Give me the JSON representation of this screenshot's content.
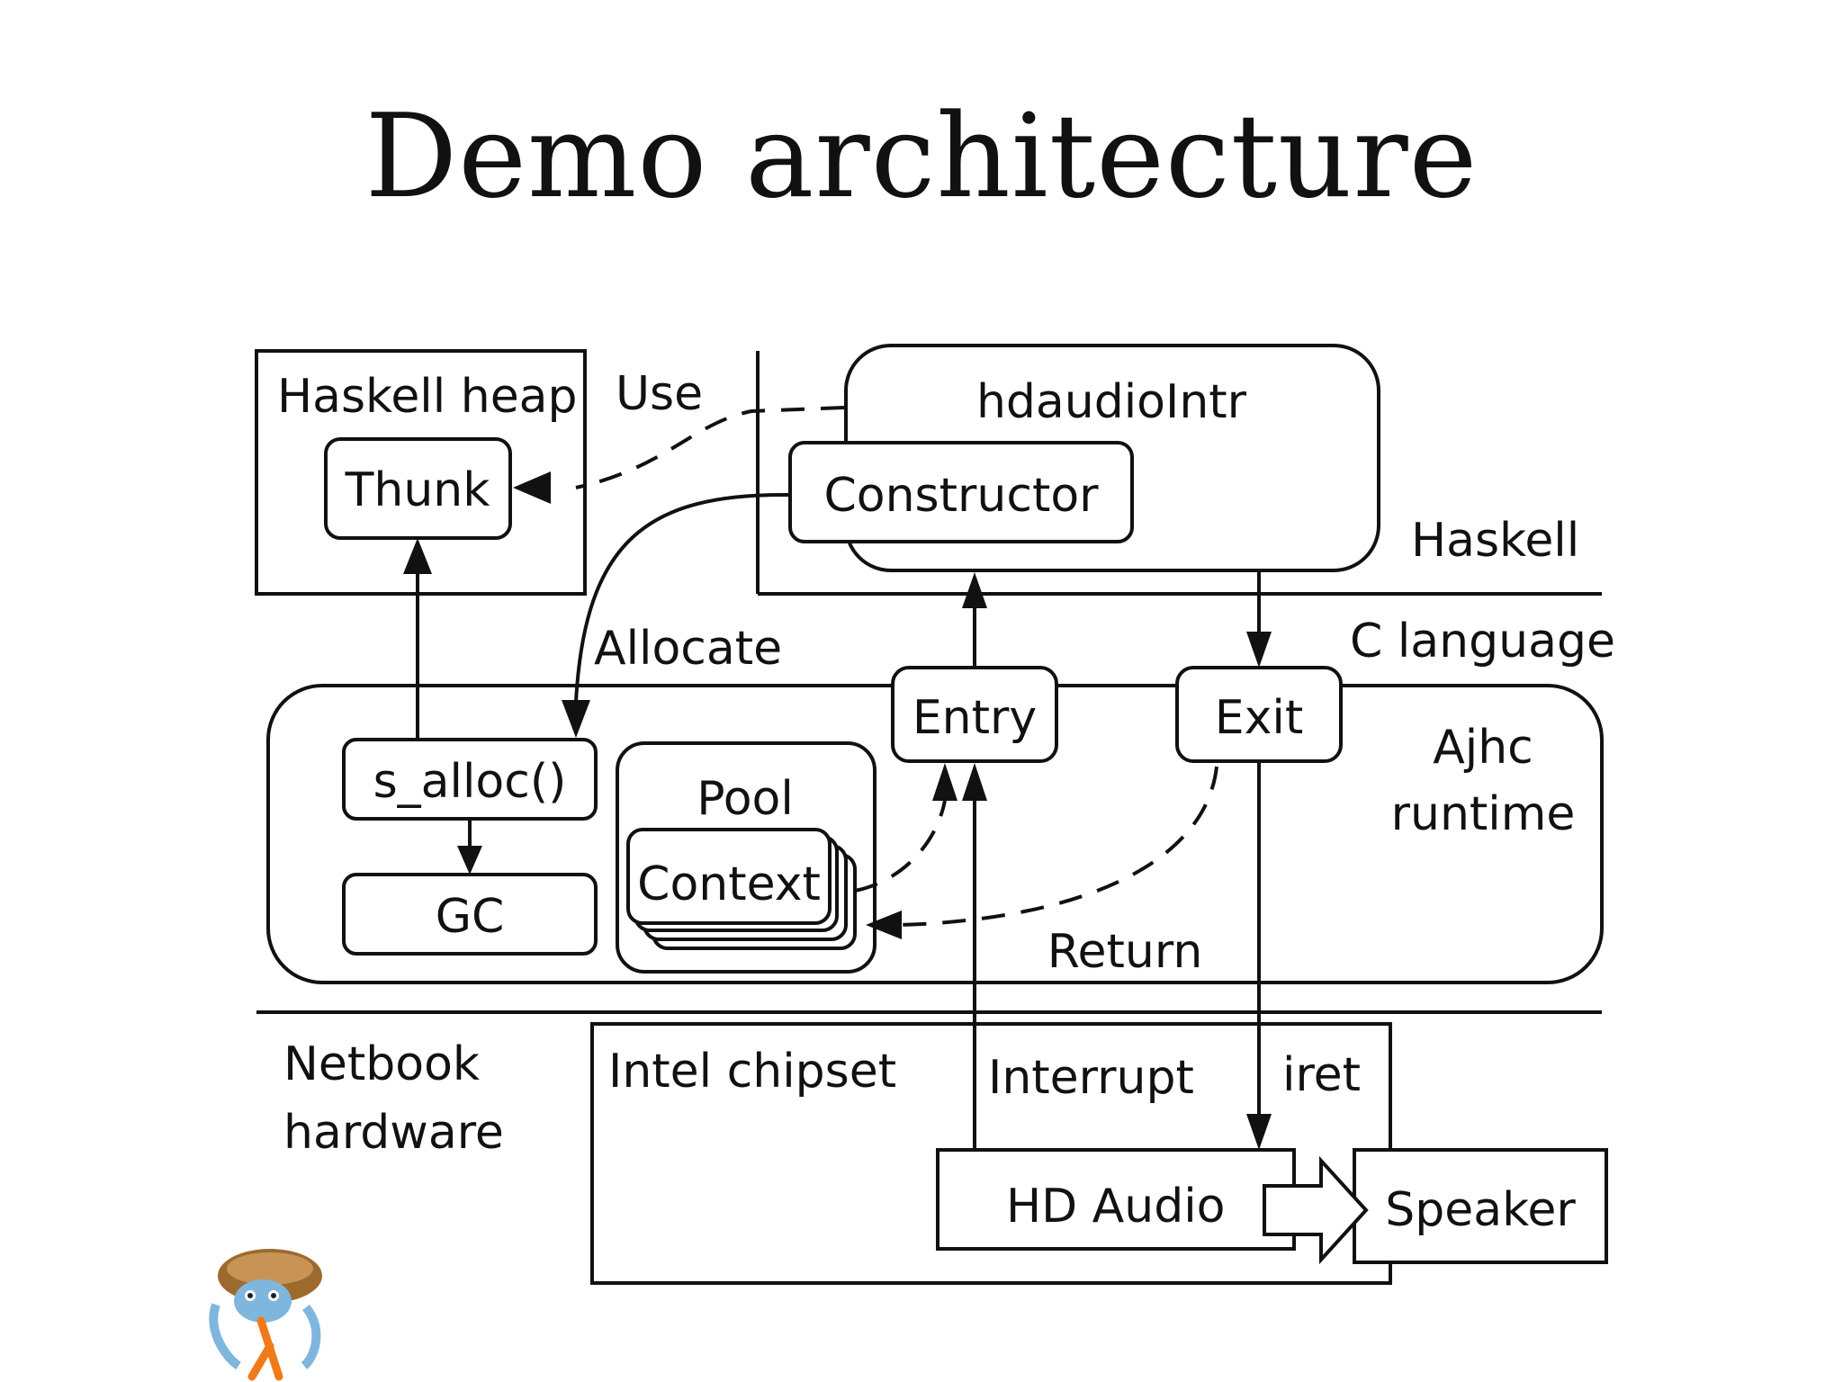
{
  "slide": {
    "title": "Demo architecture"
  },
  "diagram": {
    "regions": {
      "haskell": "Haskell",
      "c_language": "C language",
      "ajhc_runtime_line1": "Ajhc",
      "ajhc_runtime_line2": "runtime",
      "netbook_line1": "Netbook",
      "netbook_line2": "hardware"
    },
    "nodes": {
      "haskell_heap": "Haskell heap",
      "thunk": "Thunk",
      "hdaudio_intr": "hdaudioIntr",
      "constructor": "Constructor",
      "s_alloc": "s_alloc()",
      "gc": "GC",
      "pool": "Pool",
      "context": "Context",
      "entry": "Entry",
      "exit": "Exit",
      "intel_chipset": "Intel chipset",
      "hd_audio": "HD Audio",
      "speaker": "Speaker"
    },
    "edges": {
      "use": "Use",
      "allocate": "Allocate",
      "return": "Return",
      "interrupt": "Interrupt",
      "iret": "iret"
    }
  },
  "logo": {
    "icon": "hermit-crab-lambda-logo",
    "accent": "#f07a1a"
  }
}
